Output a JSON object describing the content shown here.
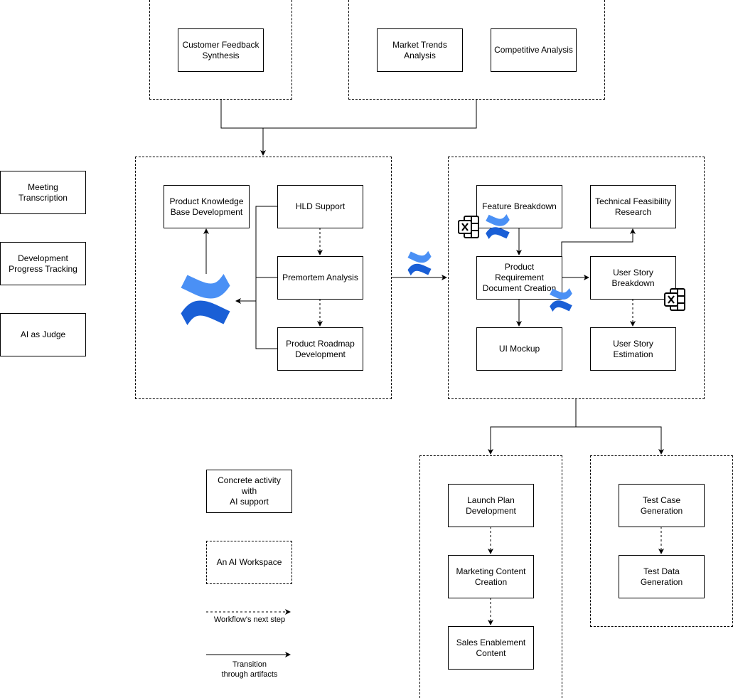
{
  "colors": {
    "confluence_dark": "#1a5fd6",
    "confluence_light": "#4a90f5"
  },
  "nodes": {
    "customer_feedback": "Customer Feedback\nSynthesis",
    "market_trends": "Market Trends\nAnalysis",
    "competitive_analysis": "Competitive Analysis",
    "meeting_transcription": "Meeting Transcription",
    "development_progress": "Development\nProgress Tracking",
    "ai_as_judge": "AI as Judge",
    "product_kb": "Product Knowledge\nBase Development",
    "hld_support": "HLD Support",
    "premortem": "Premortem Analysis",
    "roadmap": "Product Roadmap\nDevelopment",
    "feature_breakdown": "Feature Breakdown",
    "tech_feasibility": "Technical Feasibility\nResearch",
    "prd": "Product Requirement\nDocument Creation",
    "user_story_breakdown": "User Story\nBreakdown",
    "ui_mockup": "UI Mockup",
    "user_story_estimation": "User Story Estimation",
    "launch_plan": "Launch Plan\nDevelopment",
    "marketing_content": "Marketing Content\nCreation",
    "sales_enablement": "Sales Enablement\nContent",
    "test_case": "Test Case Generation",
    "test_data": "Test Data Generation"
  },
  "legend": {
    "concrete_activity": "Concrete activity with\nAI support",
    "ai_workspace": "An AI Workspace",
    "workflow_next_step": "Workflow's next step",
    "transition": "Transition\nthrough artifacts"
  },
  "icons": [
    "confluence-icon",
    "excel-icon"
  ]
}
